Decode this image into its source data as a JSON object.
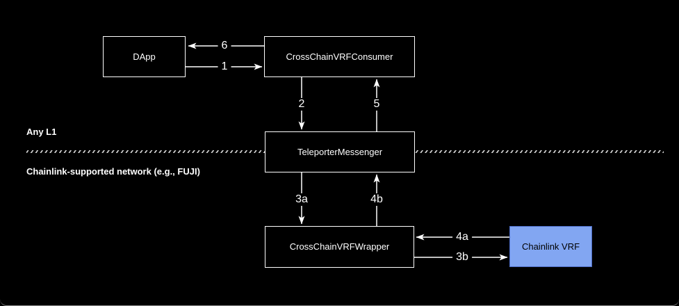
{
  "diagram": {
    "regions": {
      "top_label": "Any L1",
      "bottom_label": "Chainlink-supported network (e.g., FUJI)"
    },
    "nodes": {
      "dapp": {
        "label": "DApp"
      },
      "consumer": {
        "label": "CrossChainVRFConsumer"
      },
      "messenger": {
        "label": "TeleporterMessenger"
      },
      "wrapper": {
        "label": "CrossChainVRFWrapper"
      },
      "chainlink_vrf": {
        "label": "Chainlink VRF",
        "fill": "#82A6F2",
        "border": "#4D6CC4",
        "text_color": "#000000"
      }
    },
    "edges": [
      {
        "label": "1",
        "from": "dapp",
        "to": "consumer"
      },
      {
        "label": "2",
        "from": "consumer",
        "to": "messenger"
      },
      {
        "label": "3a",
        "from": "messenger",
        "to": "wrapper"
      },
      {
        "label": "3b",
        "from": "wrapper",
        "to": "chainlink_vrf"
      },
      {
        "label": "4a",
        "from": "chainlink_vrf",
        "to": "wrapper"
      },
      {
        "label": "4b",
        "from": "wrapper",
        "to": "messenger"
      },
      {
        "label": "5",
        "from": "messenger",
        "to": "consumer"
      },
      {
        "label": "6",
        "from": "consumer",
        "to": "dapp"
      }
    ],
    "colors": {
      "background": "#000000",
      "node_border": "#ffffff",
      "node_text": "#ffffff",
      "arrow": "#ffffff",
      "separator_dashes": "#c9c9c9",
      "chainlink_fill": "#82A6F2"
    }
  }
}
